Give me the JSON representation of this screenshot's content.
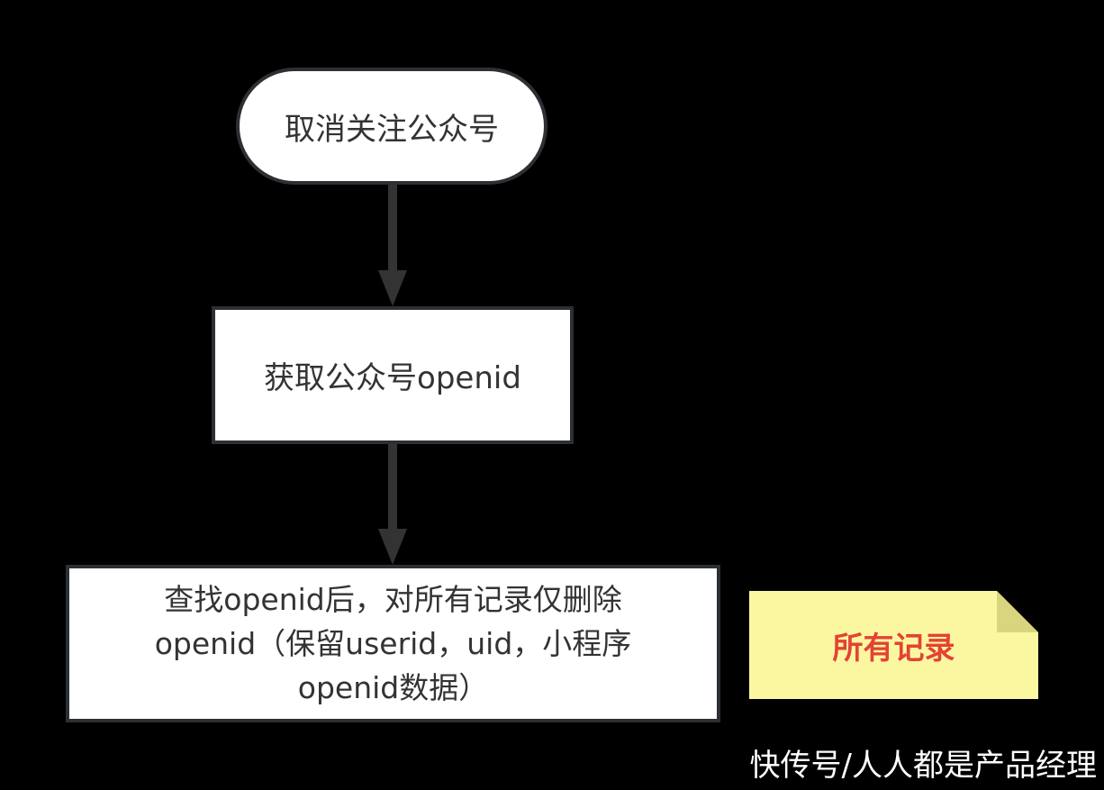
{
  "flowchart": {
    "start_node": "取消关注公众号",
    "get_openid_node": "获取公众号openid",
    "find_node": {
      "line1": "查找openid后，对所有记录仅删除",
      "line2": "openid（保留userid，uid，小程序",
      "line3": "openid数据）"
    },
    "note": "所有记录"
  },
  "watermark": "快传号/人人都是产品经理",
  "colors": {
    "background": "#000000",
    "node_fill": "#ffffff",
    "node_border": "#2c2f33",
    "arrow": "#333333",
    "note_fill": "#fbf7a1",
    "note_text": "#e34234",
    "watermark": "#ffffff"
  }
}
